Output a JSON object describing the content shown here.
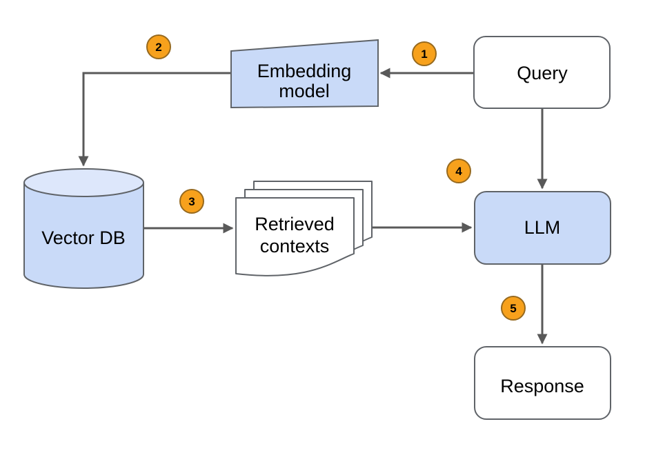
{
  "colors": {
    "background": "#ffffff",
    "node_fill_blue": "#c9daf8",
    "cylinder_lid_fill": "#dde7fb",
    "node_fill_white": "#ffffff",
    "node_stroke": "#5f6368",
    "arrow": "#595959",
    "badge_fill": "#f7a11c",
    "badge_stroke": "#96691e",
    "text": "#000000"
  },
  "diagram": {
    "nodes": {
      "embedding_model": {
        "lines": [
          "Embedding",
          "model"
        ]
      },
      "query": {
        "label": "Query"
      },
      "vector_db": {
        "label": "Vector DB"
      },
      "retrieved_contexts": {
        "lines": [
          "Retrieved",
          "contexts"
        ]
      },
      "llm": {
        "label": "LLM"
      },
      "response": {
        "label": "Response"
      }
    },
    "steps": [
      {
        "number": "1"
      },
      {
        "number": "2"
      },
      {
        "number": "3"
      },
      {
        "number": "4"
      },
      {
        "number": "5"
      }
    ]
  }
}
